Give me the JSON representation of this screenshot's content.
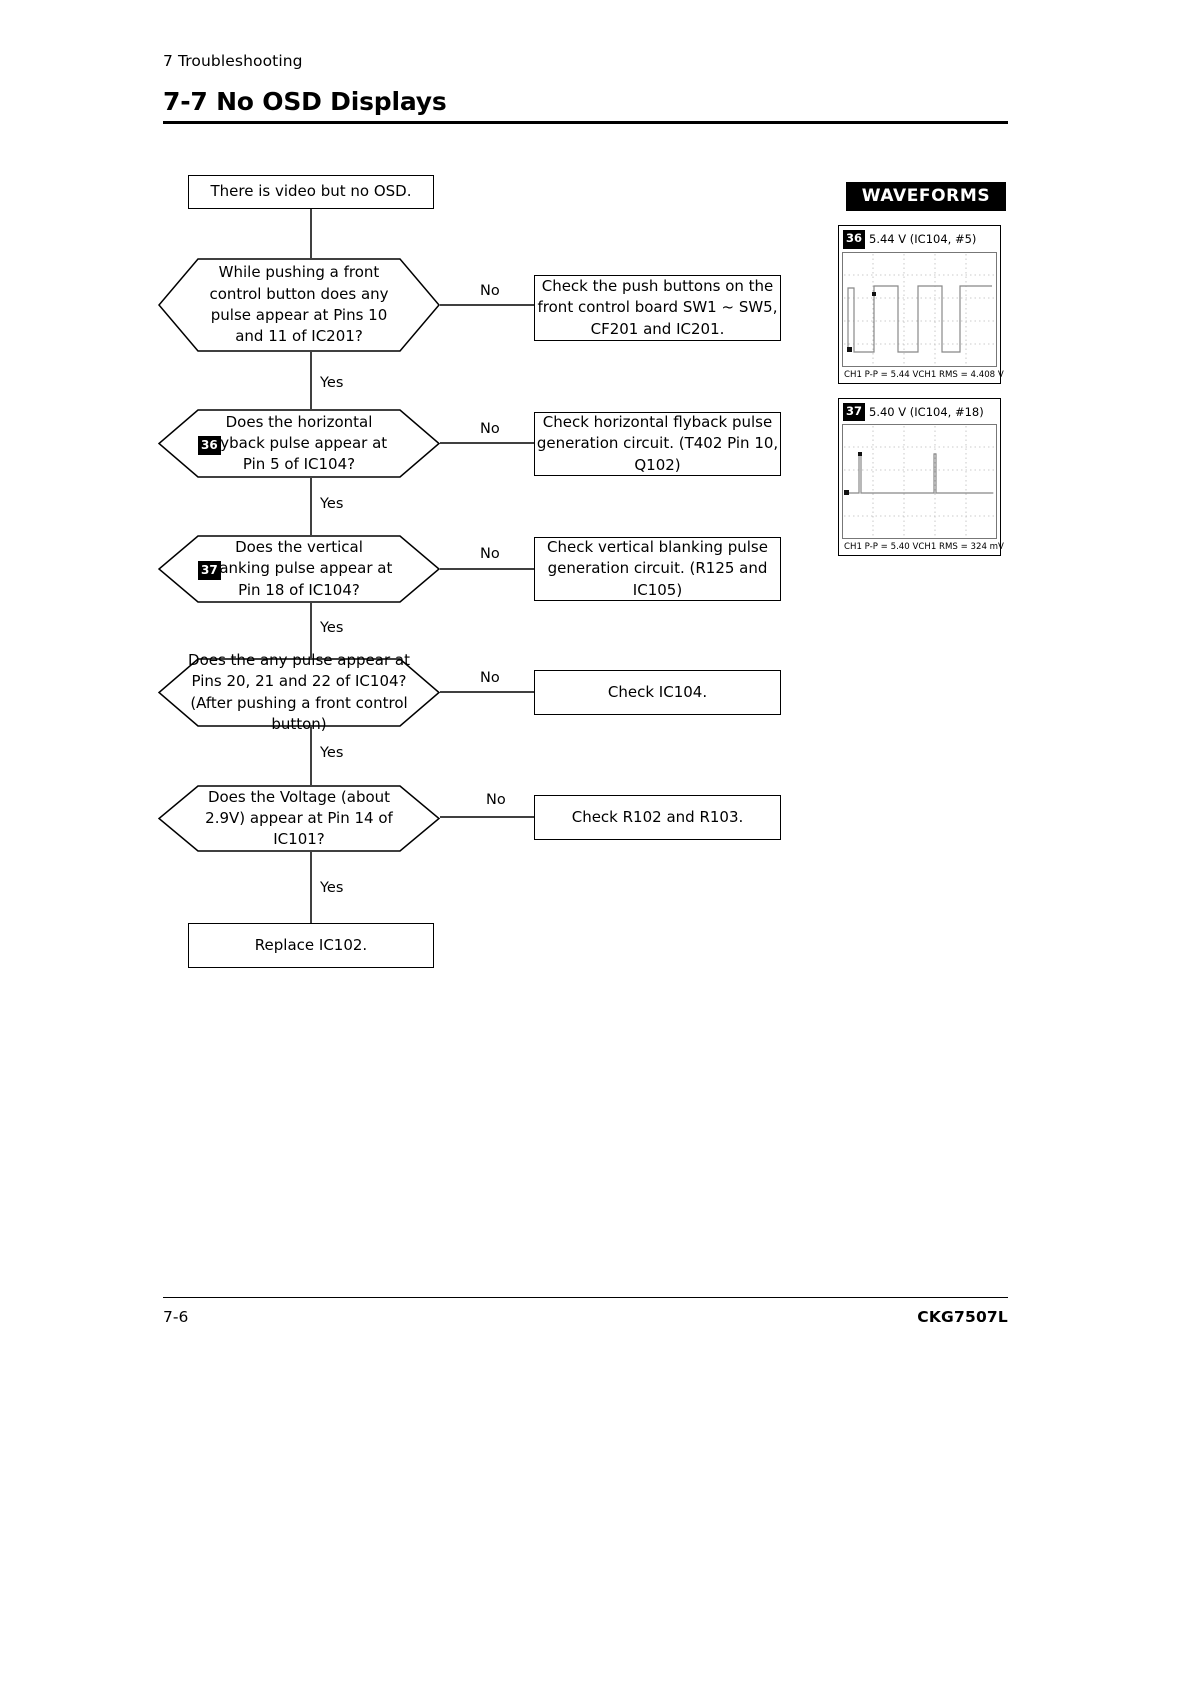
{
  "document": {
    "chapter_label": "7 Troubleshooting",
    "section_title": "7-7 No OSD Displays",
    "footer_page_number": "7-6",
    "footer_model": "CKG7507L"
  },
  "flowchart": {
    "start": {
      "text": "There is video but no OSD."
    },
    "decisions": [
      {
        "id": "d1",
        "text": "While pushing a front control button does any pulse appear at Pins 10 and 11 of IC201?",
        "ref": "",
        "no_label": "No",
        "yes_label": "Yes",
        "action": "Check the push buttons on the front control board SW1 ~ SW5, CF201 and IC201."
      },
      {
        "id": "d2",
        "text": "Does the horizontal flyback pulse appear at Pin 5 of IC104?",
        "ref": "36",
        "no_label": "No",
        "yes_label": "Yes",
        "action": "Check horizontal flyback pulse generation circuit. (T402 Pin 10, Q102)"
      },
      {
        "id": "d3",
        "text": "Does the vertical blanking pulse appear at Pin 18 of IC104?",
        "ref": "37",
        "no_label": "No",
        "yes_label": "Yes",
        "action": "Check vertical blanking pulse generation circuit. (R125 and IC105)"
      },
      {
        "id": "d4",
        "text": "Does the any pulse appear at Pins 20, 21 and 22 of IC104? (After pushing a front control button)",
        "ref": "",
        "no_label": "No",
        "yes_label": "Yes",
        "action": "Check IC104."
      },
      {
        "id": "d5",
        "text": "Does the Voltage (about 2.9V) appear at Pin 14 of IC101?",
        "ref": "",
        "no_label": "No",
        "yes_label": "Yes",
        "action": "Check R102 and R103."
      }
    ],
    "end": {
      "text": "Replace IC102."
    }
  },
  "waveforms": {
    "title": "WAVEFORMS",
    "items": [
      {
        "badge": "36",
        "caption": "5.44 V (IC104, #5)",
        "pp_label": "CH1 P-P = 5.44 V",
        "rms_label": "CH1 RMS = 4.408 V"
      },
      {
        "badge": "37",
        "caption": "5.40 V (IC104, #18)",
        "pp_label": "CH1 P-P = 5.40 V",
        "rms_label": "CH1 RMS = 324 mV"
      }
    ]
  }
}
